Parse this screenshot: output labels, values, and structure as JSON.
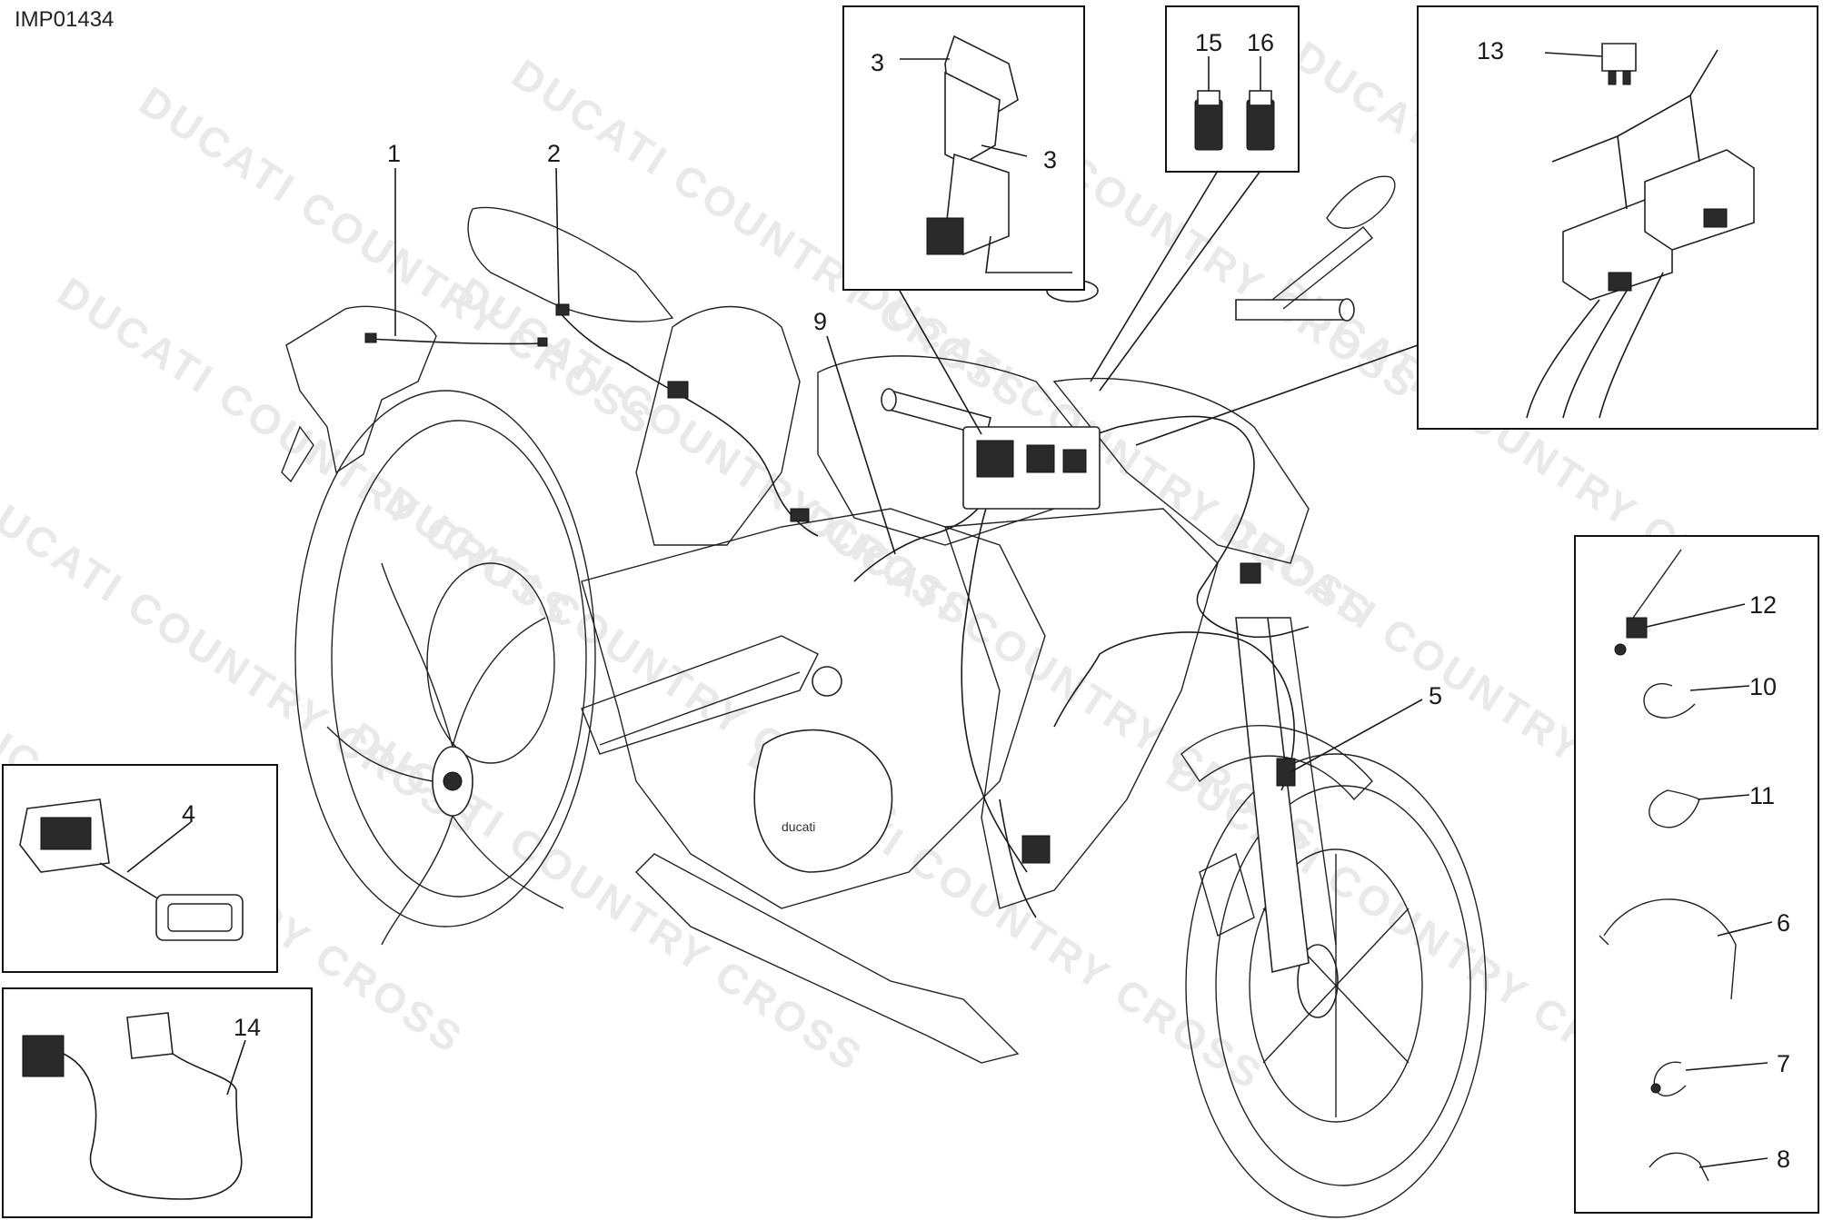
{
  "diagram": {
    "image_code": "IMP01434",
    "watermark_text": "DUCATI COUNTRY CROSS",
    "callouts": {
      "c1": "1",
      "c2": "2",
      "c3a": "3",
      "c3b": "3",
      "c4": "4",
      "c5": "5",
      "c6": "6",
      "c7": "7",
      "c8": "8",
      "c9": "9",
      "c10": "10",
      "c11": "11",
      "c12": "12",
      "c13": "13",
      "c14": "14",
      "c15": "15",
      "c16": "16"
    }
  }
}
